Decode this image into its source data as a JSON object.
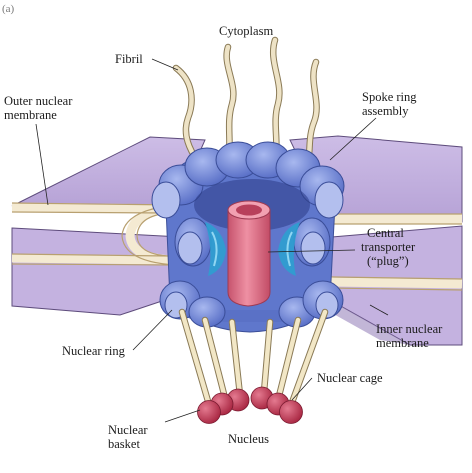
{
  "figure_letter": "(a)",
  "labels": {
    "cytoplasm": "Cytoplasm",
    "fibril": "Fibril",
    "outer_membrane": [
      "Outer nuclear",
      "membrane"
    ],
    "spoke_ring": [
      "Spoke ring",
      "assembly"
    ],
    "central_transporter": [
      "Central",
      "transporter",
      "(“plug”)"
    ],
    "inner_membrane": [
      "Inner nuclear",
      "membrane"
    ],
    "nuclear_ring": "Nuclear ring",
    "nuclear_cage": "Nuclear cage",
    "nuclear_basket": [
      "Nuclear",
      "basket"
    ],
    "nucleus": "Nucleus"
  },
  "colors": {
    "membrane_fill": "#c8b6e0",
    "membrane_edge": "#5e4c7c",
    "lumen": "#f8f0dc",
    "lumen_edge": "#b8a070",
    "ring_blue": "#6d86d6",
    "ring_blue_light": "#a9b6ea",
    "ring_cyan": "#2e9fd0",
    "plug_pink": "#df7086",
    "plug_dark": "#b94b63",
    "cage_rod": "#f2e7c6",
    "basket_bead": "#c23a56",
    "fibril": "#eadfc4"
  }
}
